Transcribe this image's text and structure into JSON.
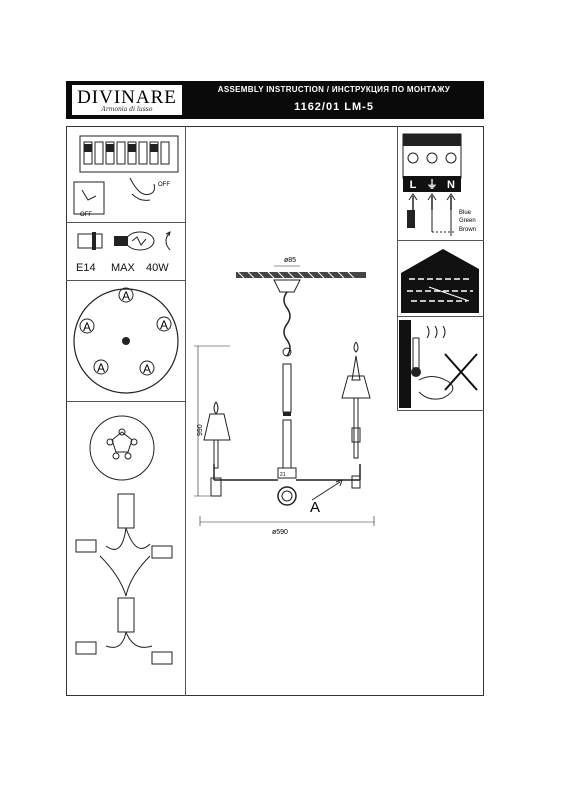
{
  "brand": {
    "name": "DIVINARE",
    "tagline": "Armonia di lusso"
  },
  "header": {
    "title": "ASSEMBLY INSTRUCTION / ИНСТРУКЦИЯ ПО МОНТАЖУ",
    "model": "1162/01  LM-5"
  },
  "bulb": {
    "socket": "E14",
    "max_label": "MAX",
    "wattage": "40W"
  },
  "switch_panel": {
    "off_label": "OFF"
  },
  "wiring": {
    "terminals": [
      "L",
      "⏚",
      "N"
    ],
    "wires": [
      "Blue",
      "Green",
      "Brown"
    ]
  },
  "ceiling_plate": {
    "marker": "A"
  },
  "drawing": {
    "plate_diameter": "ø85",
    "height": "990",
    "width": "ø590",
    "part_marker": "A",
    "small_label": "21"
  }
}
